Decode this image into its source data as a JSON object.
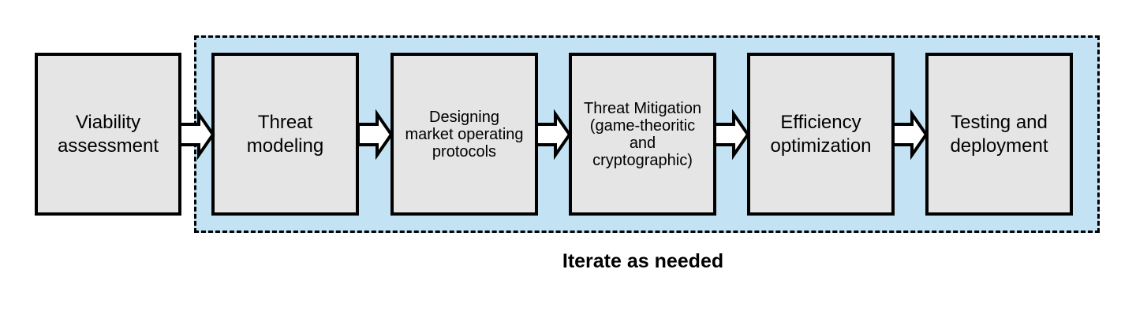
{
  "diagram": {
    "steps": [
      {
        "id": "viability",
        "label": "Viability\nassessment"
      },
      {
        "id": "threat-modeling",
        "label": "Threat\nmodeling"
      },
      {
        "id": "designing-protocols",
        "label": "Designing\nmarket operating\nprotocols"
      },
      {
        "id": "threat-mitigation",
        "label": "Threat Mitigation\n(game-theoritic\nand\ncryptographic)"
      },
      {
        "id": "efficiency",
        "label": "Efficiency\noptimization"
      },
      {
        "id": "testing",
        "label": "Testing and\ndeployment"
      }
    ],
    "iterate_caption": "Iterate as needed"
  },
  "colors": {
    "region_fill": "#c3e2f4",
    "box_fill": "#e5e5e5",
    "stroke": "#000000"
  }
}
